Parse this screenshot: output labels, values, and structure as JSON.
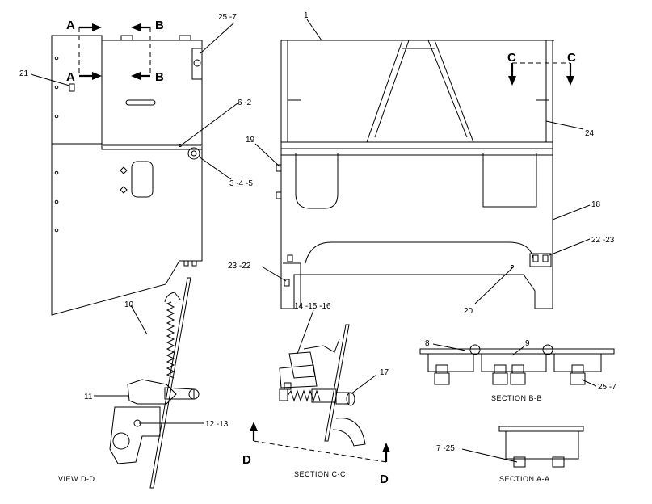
{
  "callouts": {
    "c1": "1",
    "c25_7_top": "25 -7",
    "c21": "21",
    "c6_2": "6 -2",
    "c3_4_5": "3 -4 -5",
    "c19": "19",
    "c24": "24",
    "c18": "18",
    "c22_23": "22 -23",
    "c23_22": "23 -22",
    "c20": "20",
    "c10": "10",
    "c11": "11",
    "c12_13": "12 -13",
    "c14_15_16": "14 -15 -16",
    "c17": "17",
    "c8": "8",
    "c9": "9",
    "c25_7_bottom": "25 -7",
    "c7_25": "7 -25"
  },
  "section_markers": {
    "a_top": "A",
    "a_bottom": "A",
    "b_top": "B",
    "b_bottom": "B",
    "c_left": "C",
    "c_right": "C",
    "d_left": "D",
    "d_right": "D"
  },
  "captions": {
    "view_d_d": "VIEW D-D",
    "section_c_c": "SECTION C-C",
    "section_b_b": "SECTION B-B",
    "section_a_a": "SECTION A-A"
  }
}
